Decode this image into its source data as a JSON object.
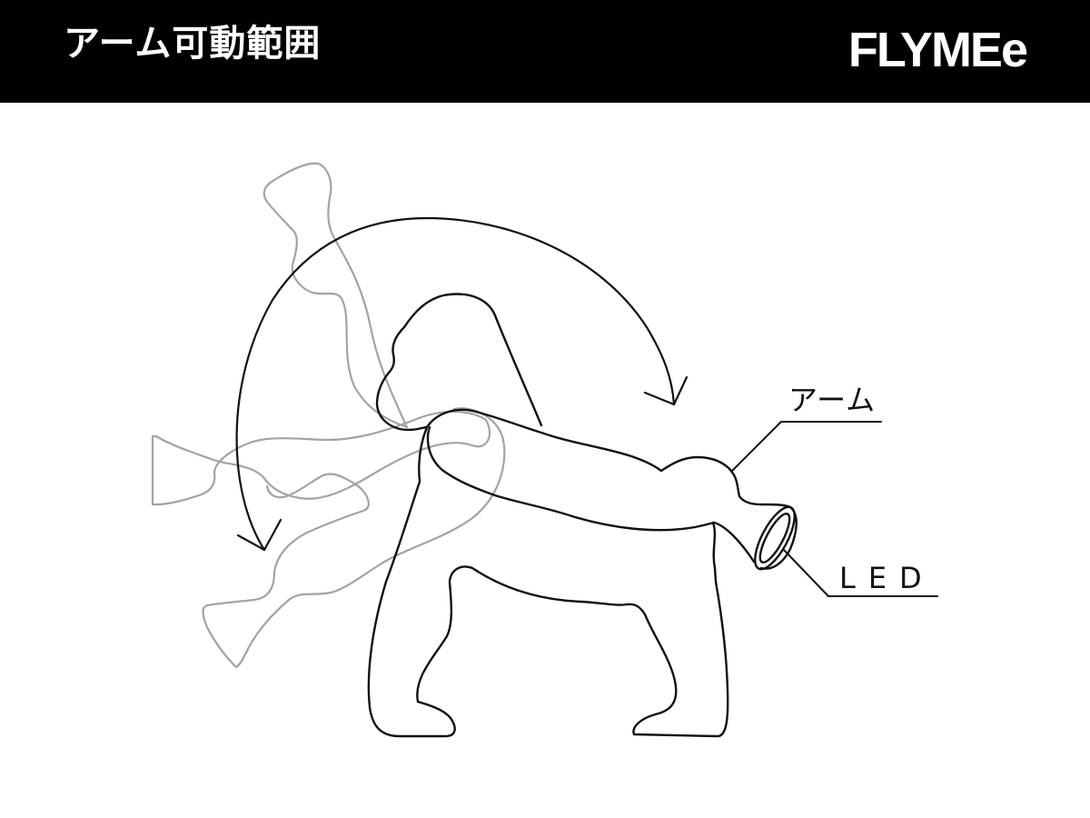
{
  "header": {
    "title": "アーム可動範囲",
    "brand": "FLYMEe"
  },
  "callouts": {
    "arm": "アーム",
    "led": "LED"
  },
  "colors": {
    "header_bg": "#000000",
    "header_text": "#ffffff",
    "outline": "#111111",
    "ghost_outline": "#a3a3a3"
  }
}
